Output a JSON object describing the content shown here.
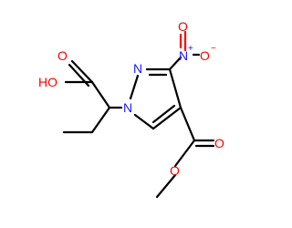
{
  "molecule": {
    "colors": {
      "carbon": "#000000",
      "nitrogen": "#1a1aff",
      "oxygen": "#ff0000"
    },
    "atoms": {
      "acid_o": "O",
      "acid_ho": "HO",
      "ring_n2": "N",
      "ring_n1": "N",
      "nitro_n": "N",
      "nitro_plus": "+",
      "nitro_o_top": "O",
      "nitro_o_right": "O",
      "nitro_minus": "−",
      "ester_o_carbonyl": "O",
      "ester_o_ether": "O"
    }
  }
}
